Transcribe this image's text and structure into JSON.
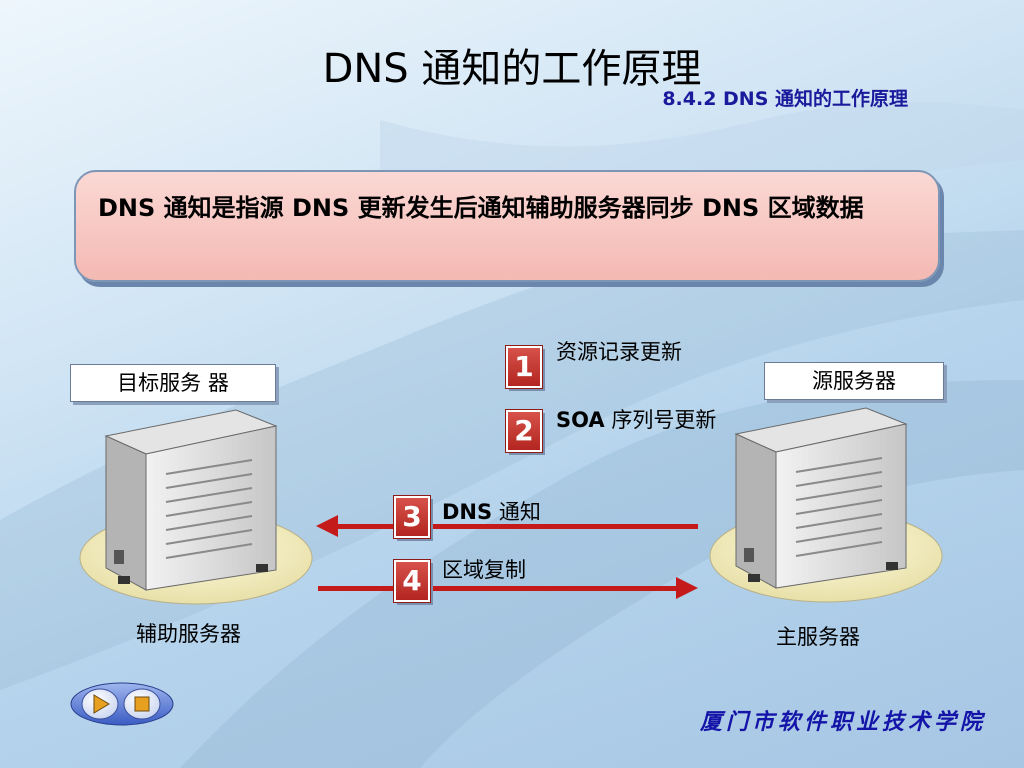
{
  "slide": {
    "title": "DNS 通知的工作原理",
    "subtitle": "8.4.2   DNS 通知的工作原理",
    "definition": "DNS 通知是指源 DNS 更新发生后通知辅助服务器同步 DNS 区域数据",
    "footer": "厦门市软件职业技术学院"
  },
  "diagram": {
    "left_label": "目标服务 器",
    "right_label": "源服务器",
    "left_caption": "辅助服务器",
    "right_caption": "主服务器",
    "steps": [
      {
        "number": "1",
        "text": "资源记录更新"
      },
      {
        "number": "2",
        "soa": "SOA",
        "text": "序列号更新"
      },
      {
        "number": "3",
        "dns": "DNS",
        "text": "通知"
      },
      {
        "number": "4",
        "text": "区域复制"
      }
    ],
    "arrow_color": "#c41a1a"
  },
  "nav": {
    "play_icon": "play-icon",
    "stop_icon": "stop-icon"
  }
}
